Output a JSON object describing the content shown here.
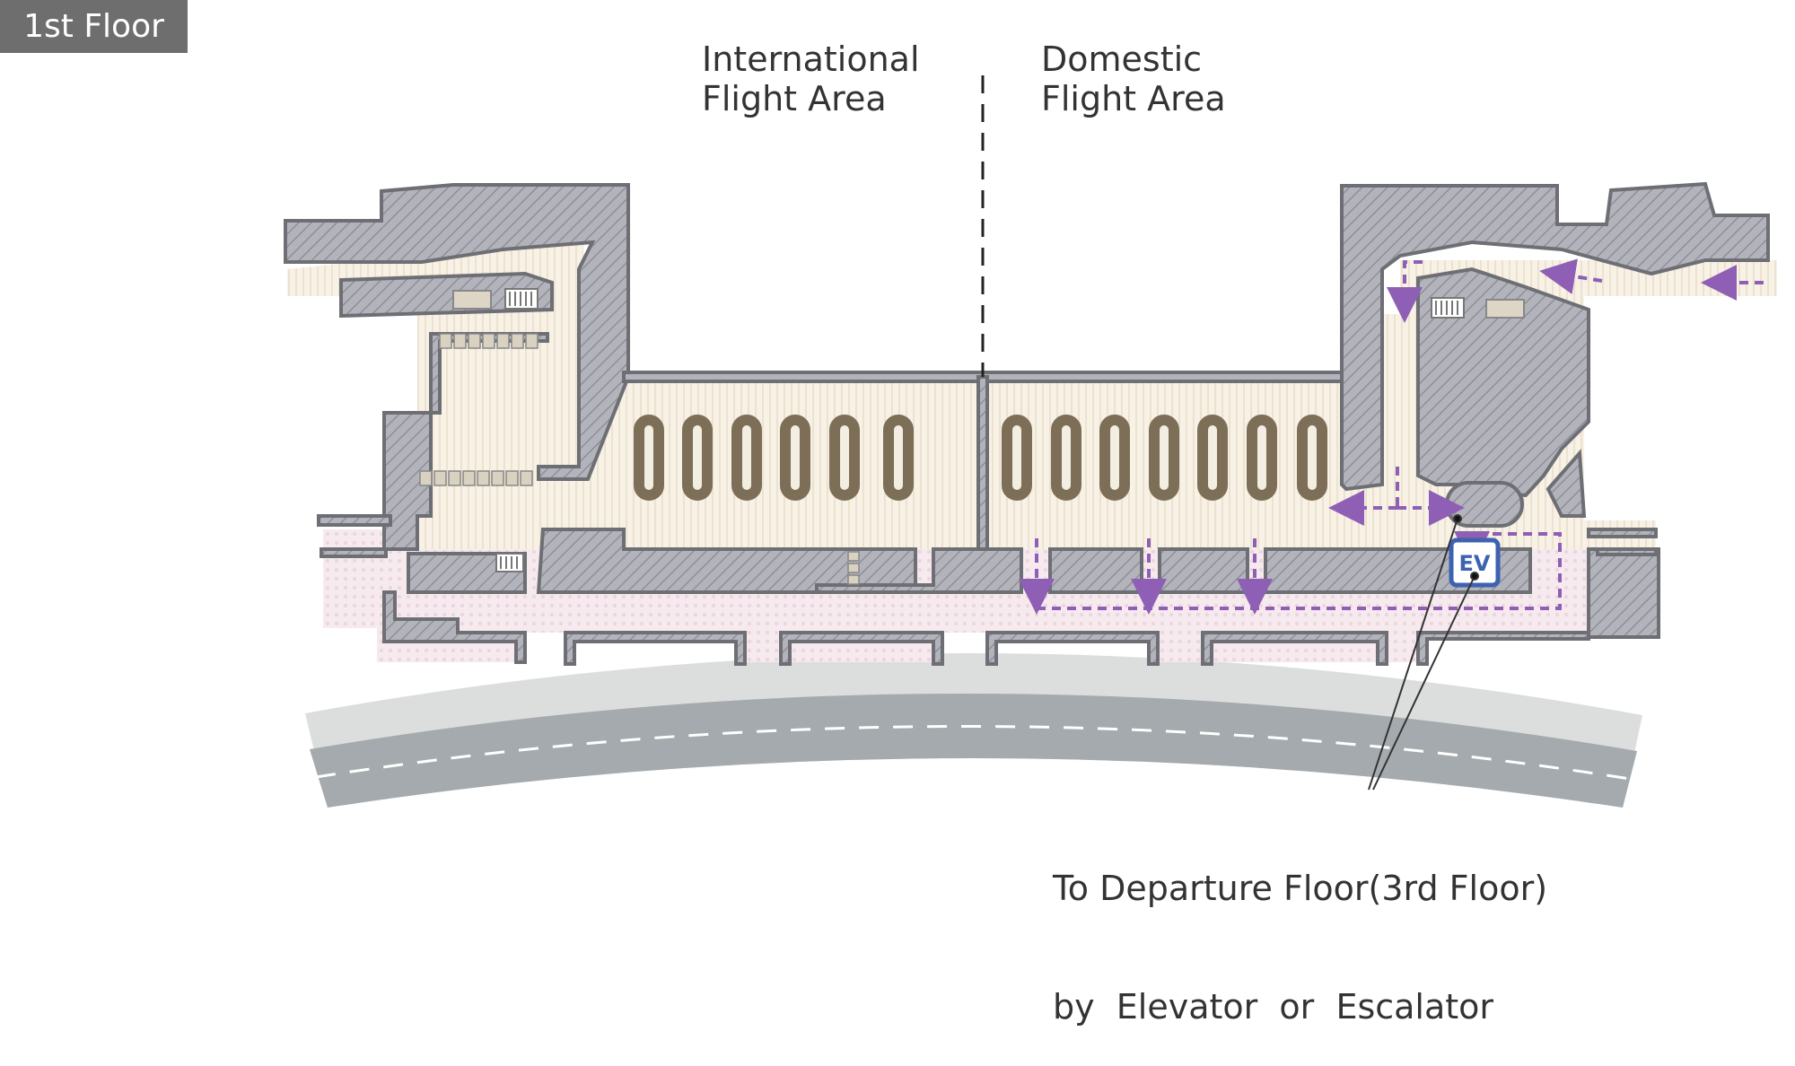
{
  "floor_label": "1st Floor",
  "areas": {
    "international": {
      "line1": "International",
      "line2": "Flight Area"
    },
    "domestic": {
      "line1": "Domestic",
      "line2": "Flight Area"
    }
  },
  "elevator_label": "EV",
  "note": {
    "line1": "To Departure Floor(3rd Floor)",
    "line2": "by  Elevator  or  Escalator"
  },
  "colors": {
    "wall": "#a9a9b3",
    "wall_edge": "#6d6f74",
    "corridor": "#f6efe2",
    "sidewalk": "#f5e9ee",
    "carousel": "#7d6f57",
    "route": "#8e5fb4",
    "elevator": "#3d62b0",
    "road": "#a6acaf",
    "road_shoulder": "#dcdddd"
  },
  "icons": [
    "escalator-icon",
    "elevator-icon",
    "route-arrow-icon",
    "baggage-carousel-icon"
  ]
}
